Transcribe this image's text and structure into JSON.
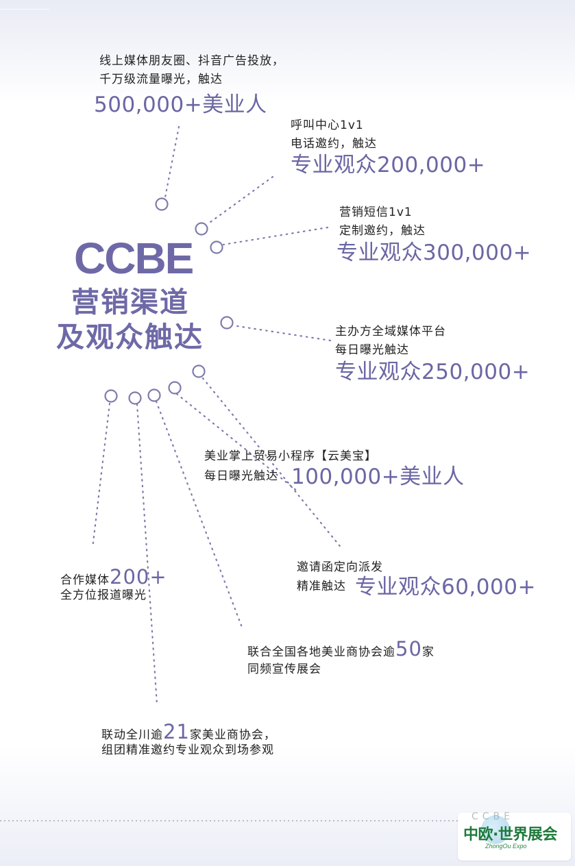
{
  "logo": {
    "text": "CCBE"
  },
  "title": {
    "line1": "营销渠道",
    "line2": "及观众触达"
  },
  "blocks": {
    "social": {
      "line1": "线上媒体朋友圈、抖音广告投放，",
      "line2": "千万级流量曝光，触达",
      "big": "500,000+美业人"
    },
    "call": {
      "line1": "呼叫中心1v1",
      "line2": "电话邀约，触达",
      "big": "专业观众200,000+"
    },
    "sms": {
      "line1": "营销短信1v1",
      "line2": "定制邀约，触达",
      "big": "专业观众300,000+"
    },
    "organizer": {
      "line1": "主办方全域媒体平台",
      "line2": "每日曝光触达",
      "big": "专业观众250,000+"
    },
    "miniapp": {
      "line1": "美业掌上贸易小程序【云美宝】",
      "line2": "每日曝光触达",
      "big": "100,000+美业人"
    },
    "invite": {
      "line1": "邀请函定向派发",
      "line2": "精准触达",
      "big": "专业观众60,000+"
    },
    "media": {
      "prefix": "合作媒体",
      "number": "200+",
      "line2": "全方位报道曝光"
    },
    "national": {
      "prefix": "联合全国各地美业商协会逾",
      "number": "50",
      "suffix": "家",
      "line2": "同频宣传展会"
    },
    "sichuan": {
      "prefix": "联动全川逾",
      "number": "21",
      "suffix": "家美业商协会，",
      "line2": "组团精准邀约专业观众到场参观"
    }
  },
  "footer": {
    "brand": "中欧·世界展会",
    "brand_en": "ZhongOu Expo",
    "faint": "CCBE"
  },
  "colors": {
    "accent": "#6b66a3",
    "text": "#222222",
    "dots": "#6b66a3",
    "brand_green": "#1d7a3a"
  }
}
